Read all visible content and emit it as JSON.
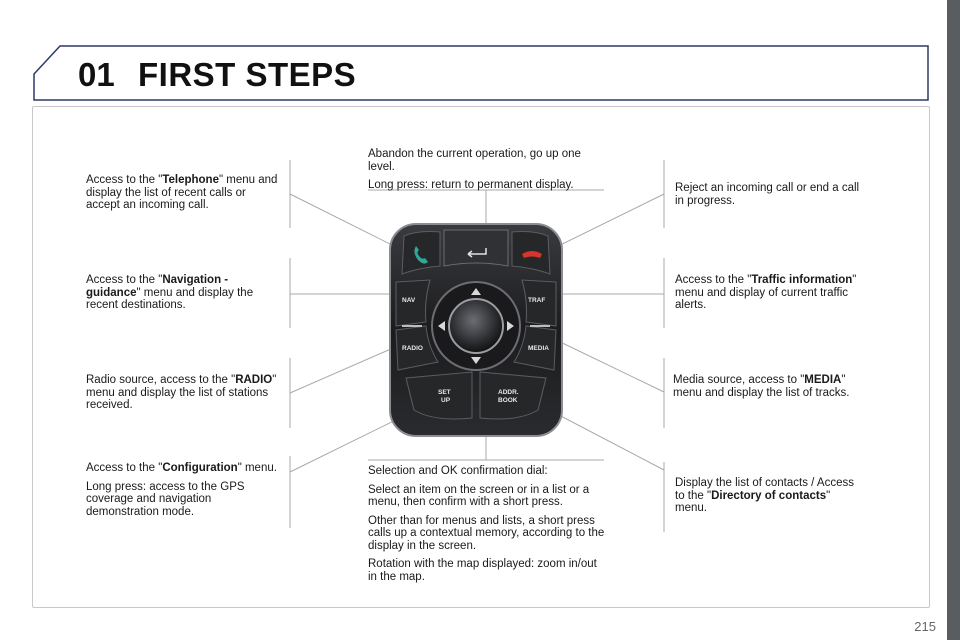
{
  "header": {
    "chapter_number": "01",
    "chapter_title": "FIRST STEPS"
  },
  "callouts": {
    "telephone": {
      "pre": "Access to the \"",
      "bold": "Telephone",
      "post": "\" menu and display the list of recent calls or accept an incoming call."
    },
    "navigation": {
      "pre": "Access to the \"",
      "bold": "Navigation - guidance",
      "post": "\" menu and display the recent destinations."
    },
    "radio": {
      "pre": "Radio source, access to the \"",
      "bold": "RADIO",
      "post": "\" menu and display the list of stations received."
    },
    "configuration": {
      "pre": "Access to the \"",
      "bold": "Configuration",
      "post": "\" menu.",
      "p2": "Long press: access to the GPS coverage and navigation demonstration mode."
    },
    "back": {
      "p1": "Abandon the current operation, go up one level.",
      "p2": "Long press: return to permanent display."
    },
    "dial": {
      "p1": "Selection and OK confirmation dial:",
      "p2": "Select an item on the screen or in a list or a menu, then confirm with a short press.",
      "p3": "Other than for menus and lists, a short press calls up a contextual memory, according to the display in the screen.",
      "p4": "Rotation with the map displayed: zoom in/out in the map."
    },
    "reject": {
      "p1": "Reject an incoming call or end a call in progress."
    },
    "traffic": {
      "pre": "Access to the \"",
      "bold": "Traffic information",
      "post": "\" menu and display of current traffic alerts."
    },
    "media": {
      "pre": "Media source, access to \"",
      "bold": "MEDIA",
      "post": "\" menu and display the list of tracks."
    },
    "contacts": {
      "pre": "Display the list of contacts / Access to the \"",
      "bold": "Directory of contacts",
      "post": "\" menu."
    }
  },
  "controller": {
    "labels": {
      "nav": "NAV",
      "traffic": "TRAF",
      "radio": "RADIO",
      "media": "MEDIA",
      "setup_1": "SET",
      "setup_2": "UP",
      "addr_1": "ADDR.",
      "addr_2": "BOOK"
    },
    "colors": {
      "call_accept": "#2fa89a",
      "call_reject": "#d9342b",
      "body": "#1c1c1e"
    }
  },
  "footer": {
    "page_number": "215"
  }
}
